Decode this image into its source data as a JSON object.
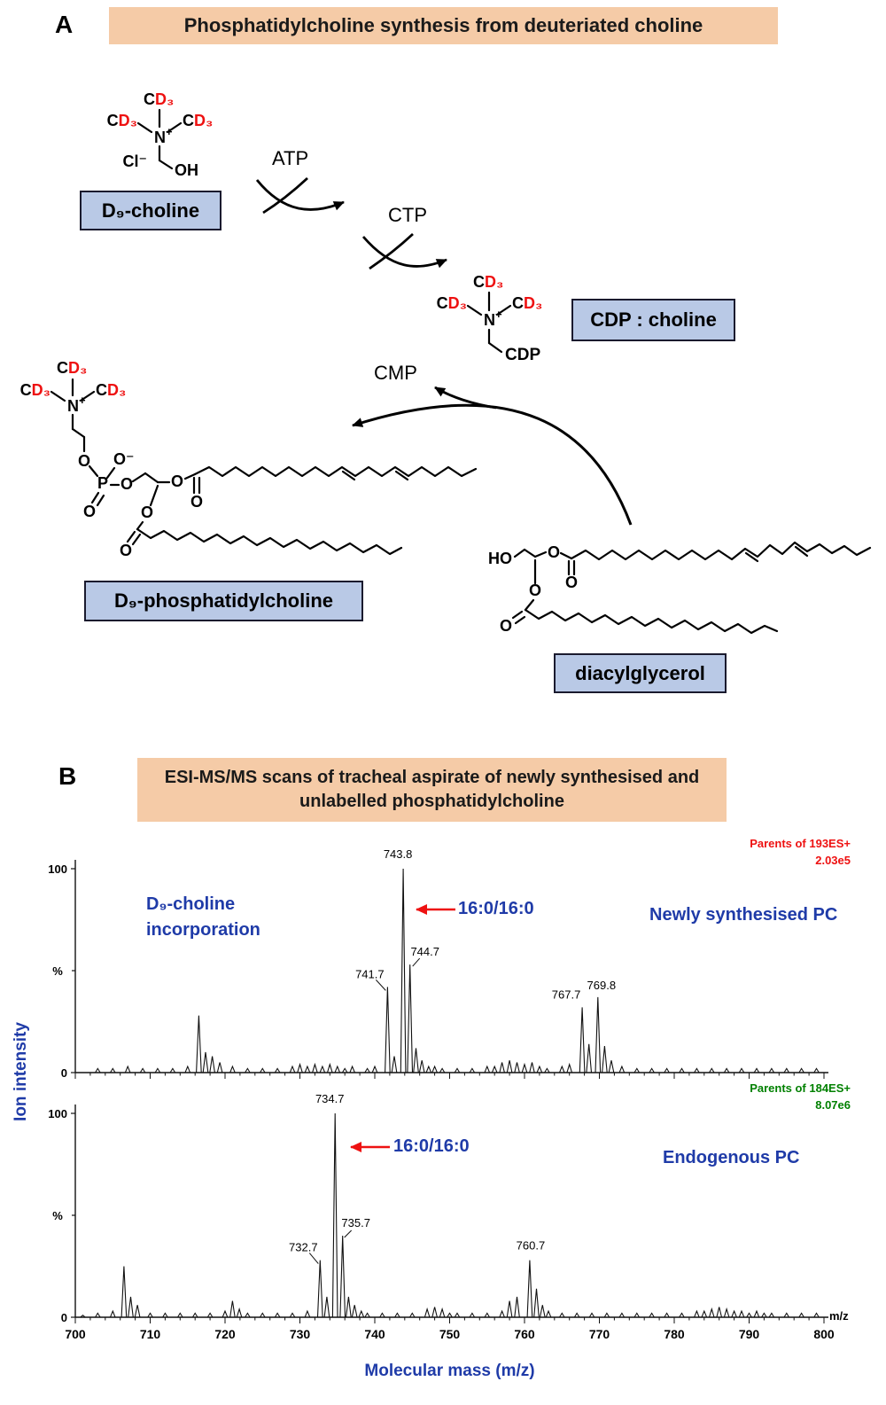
{
  "colors": {
    "peach_box": "#F5CBA7",
    "blue_box": "#B9C9E6",
    "accent_red": "#EE1111",
    "blue_text": "#1F3BA8",
    "green_text": "#008000"
  },
  "panelA": {
    "label": "A",
    "title": "Phosphatidylcholine synthesis from deuteriated choline",
    "atoms": {
      "c": "C",
      "d3": "D₃",
      "n": "N",
      "plus": "+",
      "cl": "Cl⁻",
      "oh": "OH",
      "o": "O",
      "o_minus": "O⁻",
      "p": "P",
      "ho": "HO",
      "cdp": "CDP"
    },
    "reactions": {
      "atp": "ATP",
      "ctp": "CTP",
      "cmp": "CMP"
    },
    "boxes": {
      "d9_choline": "D₉-choline",
      "cdp_choline": "CDP : choline",
      "d9_pc": "D₉-phosphatidylcholine",
      "dag": "diacylglycerol"
    }
  },
  "panelB": {
    "label": "B",
    "title_line1": "ESI-MS/MS scans of tracheal aspirate of newly synthesised and",
    "title_line2": "unlabelled phosphatidylcholine",
    "ylabel": "Ion intensity",
    "xlabel": "Molecular mass (m/z)",
    "axis": {
      "y_max": "100",
      "y_min": "0",
      "y_unit": "%",
      "x_ticks": [
        700,
        710,
        720,
        730,
        740,
        750,
        760,
        770,
        780,
        790,
        800
      ],
      "x_unit": "m/z"
    }
  },
  "chart_data": [
    {
      "type": "line",
      "name": "Newly synthesised PC",
      "scan_label": "Parents of 193ES+",
      "intensity_scale": "2.03e5",
      "scan_color": "#EE1111",
      "note_line1": "D₉-choline",
      "note_line2": "incorporation",
      "annotation": "16:0/16:0",
      "xlabel": "Molecular mass (m/z)",
      "ylabel": "Ion intensity (%)",
      "xlim": [
        700,
        800
      ],
      "ylim": [
        0,
        100
      ],
      "labeled_peaks": [
        {
          "mz": 741.7,
          "pct": 42,
          "dx": -20,
          "dy": -2,
          "pointer": [
            -13,
            -8,
            -2,
            4
          ]
        },
        {
          "mz": 743.8,
          "pct": 100,
          "dx": -6,
          "dy": -4
        },
        {
          "mz": 744.7,
          "pct": 53,
          "dx": 17,
          "dy": -2,
          "pointer": [
            11,
            -7,
            3,
            2
          ]
        },
        {
          "mz": 767.7,
          "pct": 32,
          "dx": -18,
          "dy": -2
        },
        {
          "mz": 769.8,
          "pct": 37,
          "dx": 4,
          "dy": -1
        }
      ],
      "peaks": [
        [
          703,
          2
        ],
        [
          705,
          2
        ],
        [
          707,
          3
        ],
        [
          709,
          2
        ],
        [
          711,
          2
        ],
        [
          713,
          2
        ],
        [
          715,
          3
        ],
        [
          716.5,
          28
        ],
        [
          717.4,
          10
        ],
        [
          718.3,
          8
        ],
        [
          719.3,
          5
        ],
        [
          721,
          3
        ],
        [
          723,
          2
        ],
        [
          725,
          2
        ],
        [
          727,
          2
        ],
        [
          729,
          3
        ],
        [
          730,
          4
        ],
        [
          731,
          3
        ],
        [
          732,
          4
        ],
        [
          733,
          3
        ],
        [
          734,
          4
        ],
        [
          735,
          3
        ],
        [
          736,
          2
        ],
        [
          737,
          3
        ],
        [
          739,
          2
        ],
        [
          740,
          3
        ],
        [
          741.7,
          42
        ],
        [
          742.6,
          8
        ],
        [
          743.8,
          100
        ],
        [
          744.7,
          53
        ],
        [
          745.5,
          12
        ],
        [
          746.3,
          6
        ],
        [
          747.2,
          3
        ],
        [
          748,
          3
        ],
        [
          749,
          2
        ],
        [
          751,
          2
        ],
        [
          753,
          2
        ],
        [
          755,
          3
        ],
        [
          756,
          3
        ],
        [
          757,
          5
        ],
        [
          758,
          6
        ],
        [
          759,
          5
        ],
        [
          760,
          4
        ],
        [
          761,
          5
        ],
        [
          762,
          3
        ],
        [
          763,
          2
        ],
        [
          765,
          3
        ],
        [
          766,
          4
        ],
        [
          767.7,
          32
        ],
        [
          768.6,
          14
        ],
        [
          769.8,
          37
        ],
        [
          770.7,
          13
        ],
        [
          771.6,
          6
        ],
        [
          773,
          3
        ],
        [
          775,
          2
        ],
        [
          777,
          2
        ],
        [
          779,
          2
        ],
        [
          781,
          2
        ],
        [
          783,
          2
        ],
        [
          785,
          2
        ],
        [
          787,
          2
        ],
        [
          789,
          2
        ],
        [
          791,
          2
        ],
        [
          793,
          2
        ],
        [
          795,
          2
        ],
        [
          797,
          2
        ],
        [
          799,
          2
        ]
      ]
    },
    {
      "type": "line",
      "name": "Endogenous PC",
      "scan_label": "Parents of 184ES+",
      "intensity_scale": "8.07e6",
      "scan_color": "#008000",
      "annotation": "16:0/16:0",
      "xlabel": "Molecular mass (m/z)",
      "ylabel": "Ion intensity (%)",
      "xlim": [
        700,
        800
      ],
      "ylim": [
        0,
        100
      ],
      "labeled_peaks": [
        {
          "mz": 732.7,
          "pct": 28,
          "dx": -19,
          "dy": -2,
          "pointer": [
            -12,
            -8,
            -2,
            4
          ]
        },
        {
          "mz": 734.7,
          "pct": 100,
          "dx": -6,
          "dy": -4
        },
        {
          "mz": 735.7,
          "pct": 40,
          "dx": 15,
          "dy": -2,
          "pointer": [
            10,
            -6,
            2,
            2
          ]
        },
        {
          "mz": 760.7,
          "pct": 28,
          "dx": 1,
          "dy": -4
        }
      ],
      "peaks": [
        [
          701,
          1
        ],
        [
          703,
          2
        ],
        [
          705,
          3
        ],
        [
          706.5,
          25
        ],
        [
          707.4,
          10
        ],
        [
          708.3,
          6
        ],
        [
          710,
          2
        ],
        [
          712,
          2
        ],
        [
          714,
          2
        ],
        [
          716,
          2
        ],
        [
          718,
          2
        ],
        [
          720,
          3
        ],
        [
          721,
          8
        ],
        [
          721.9,
          4
        ],
        [
          723,
          2
        ],
        [
          725,
          2
        ],
        [
          727,
          2
        ],
        [
          729,
          2
        ],
        [
          731,
          3
        ],
        [
          732.7,
          28
        ],
        [
          733.6,
          10
        ],
        [
          734.7,
          100
        ],
        [
          735.7,
          40
        ],
        [
          736.5,
          10
        ],
        [
          737.3,
          6
        ],
        [
          738.2,
          3
        ],
        [
          739,
          2
        ],
        [
          741,
          2
        ],
        [
          743,
          2
        ],
        [
          745,
          2
        ],
        [
          747,
          4
        ],
        [
          748,
          5
        ],
        [
          749,
          4
        ],
        [
          750,
          2
        ],
        [
          751,
          2
        ],
        [
          753,
          2
        ],
        [
          755,
          2
        ],
        [
          757,
          3
        ],
        [
          758,
          8
        ],
        [
          759,
          10
        ],
        [
          760.7,
          28
        ],
        [
          761.6,
          14
        ],
        [
          762.4,
          6
        ],
        [
          763.2,
          3
        ],
        [
          765,
          2
        ],
        [
          767,
          2
        ],
        [
          769,
          2
        ],
        [
          771,
          2
        ],
        [
          773,
          2
        ],
        [
          775,
          2
        ],
        [
          777,
          2
        ],
        [
          779,
          2
        ],
        [
          781,
          2
        ],
        [
          783,
          3
        ],
        [
          784,
          3
        ],
        [
          785,
          4
        ],
        [
          786,
          5
        ],
        [
          787,
          4
        ],
        [
          788,
          3
        ],
        [
          789,
          3
        ],
        [
          790,
          2
        ],
        [
          791,
          3
        ],
        [
          792,
          2
        ],
        [
          793,
          2
        ],
        [
          795,
          2
        ],
        [
          797,
          2
        ],
        [
          799,
          2
        ]
      ]
    }
  ]
}
